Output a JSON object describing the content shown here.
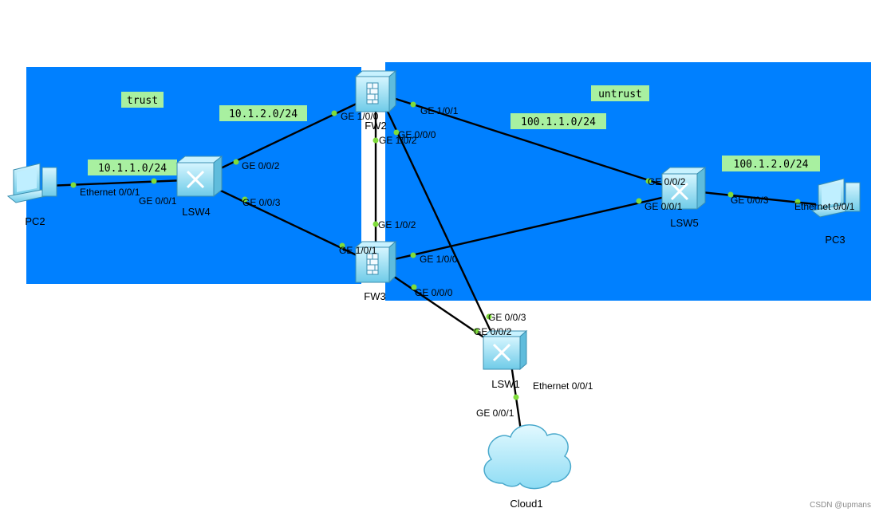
{
  "colors": {
    "zone": "#0080ff",
    "label_bg": "#a8f0a0",
    "link": "#000000",
    "port_dot": "#7fdc3a",
    "device": "#9fe3f7",
    "cloud": "#b6ecfb"
  },
  "zones": {
    "trust": "trust",
    "untrust": "untrust"
  },
  "subnets": {
    "s1": "10.1.1.0/24",
    "s2": "10.1.2.0/24",
    "s3": "100.1.1.0/24",
    "s4": "100.1.2.0/24"
  },
  "devices": {
    "pc2": {
      "name": "PC2",
      "icon": "pc-icon"
    },
    "pc3": {
      "name": "PC3",
      "icon": "pc-icon"
    },
    "lsw4": {
      "name": "LSW4",
      "icon": "switch-icon"
    },
    "lsw5": {
      "name": "LSW5",
      "icon": "switch-icon"
    },
    "lsw1": {
      "name": "LSW1",
      "icon": "switch-icon"
    },
    "fw2": {
      "name": "FW2",
      "icon": "firewall-icon"
    },
    "fw3": {
      "name": "FW3",
      "icon": "firewall-icon"
    },
    "cloud1": {
      "name": "Cloud1",
      "icon": "cloud-icon"
    }
  },
  "ports": {
    "pc2_eth": "Ethernet 0/0/1",
    "lsw4_g1": "GE 0/0/1",
    "lsw4_g2": "GE 0/0/2",
    "lsw4_g3": "GE 0/0/3",
    "fw2_g100": "GE 1/0/0",
    "fw2_g101": "GE 1/0/1",
    "fw2_g000": "GE 0/0/0",
    "fw2_g102": "GE 1/0/2",
    "fw3_g102": "GE 1/0/2",
    "fw3_g101": "GE 1/0/1",
    "fw3_g100": "GE 1/0/0",
    "fw3_g000": "GE 0/0/0",
    "lsw5_g2": "GE 0/0/2",
    "lsw5_g1": "GE 0/0/1",
    "lsw5_g3": "GE 0/0/3",
    "pc3_eth": "Ethernet 0/0/1",
    "lsw1_g3": "GE 0/0/3",
    "lsw1_g2": "GE 0/0/2",
    "lsw1_eth": "Ethernet 0/0/1",
    "cloud_g1": "GE 0/0/1"
  },
  "watermark": "CSDN @upmans"
}
